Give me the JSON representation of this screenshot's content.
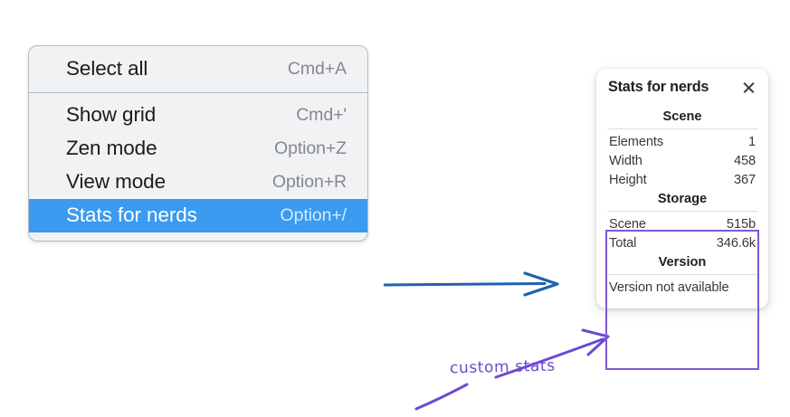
{
  "context_menu": {
    "groups": [
      {
        "items": [
          {
            "label": "Select all",
            "shortcut": "Cmd+A",
            "selected": false
          }
        ]
      },
      {
        "items": [
          {
            "label": "Show grid",
            "shortcut": "Cmd+'",
            "selected": false
          },
          {
            "label": "Zen mode",
            "shortcut": "Option+Z",
            "selected": false
          },
          {
            "label": "View mode",
            "shortcut": "Option+R",
            "selected": false
          },
          {
            "label": "Stats for nerds",
            "shortcut": "Option+/",
            "selected": true
          }
        ]
      }
    ],
    "selected_background": "#3a9bf0"
  },
  "stats_panel": {
    "title": "Stats for nerds",
    "close_icon": "close-icon",
    "sections": [
      {
        "name": "Scene",
        "heading": "Scene",
        "rows": [
          {
            "key": "Elements",
            "value": "1"
          },
          {
            "key": "Width",
            "value": "458"
          },
          {
            "key": "Height",
            "value": "367"
          }
        ]
      },
      {
        "name": "Storage",
        "heading": "Storage",
        "rows": [
          {
            "key": "Scene",
            "value": "515b"
          },
          {
            "key": "Total",
            "value": "346.6k"
          }
        ]
      },
      {
        "name": "Version",
        "heading": "Version",
        "note": "Version not available"
      }
    ]
  },
  "annotations": {
    "custom_stats_label": "custom stats",
    "highlight_color": "#7e57d8",
    "arrow_blue_color": "#1f62ab",
    "arrow_purple_color": "#6c48d4"
  }
}
